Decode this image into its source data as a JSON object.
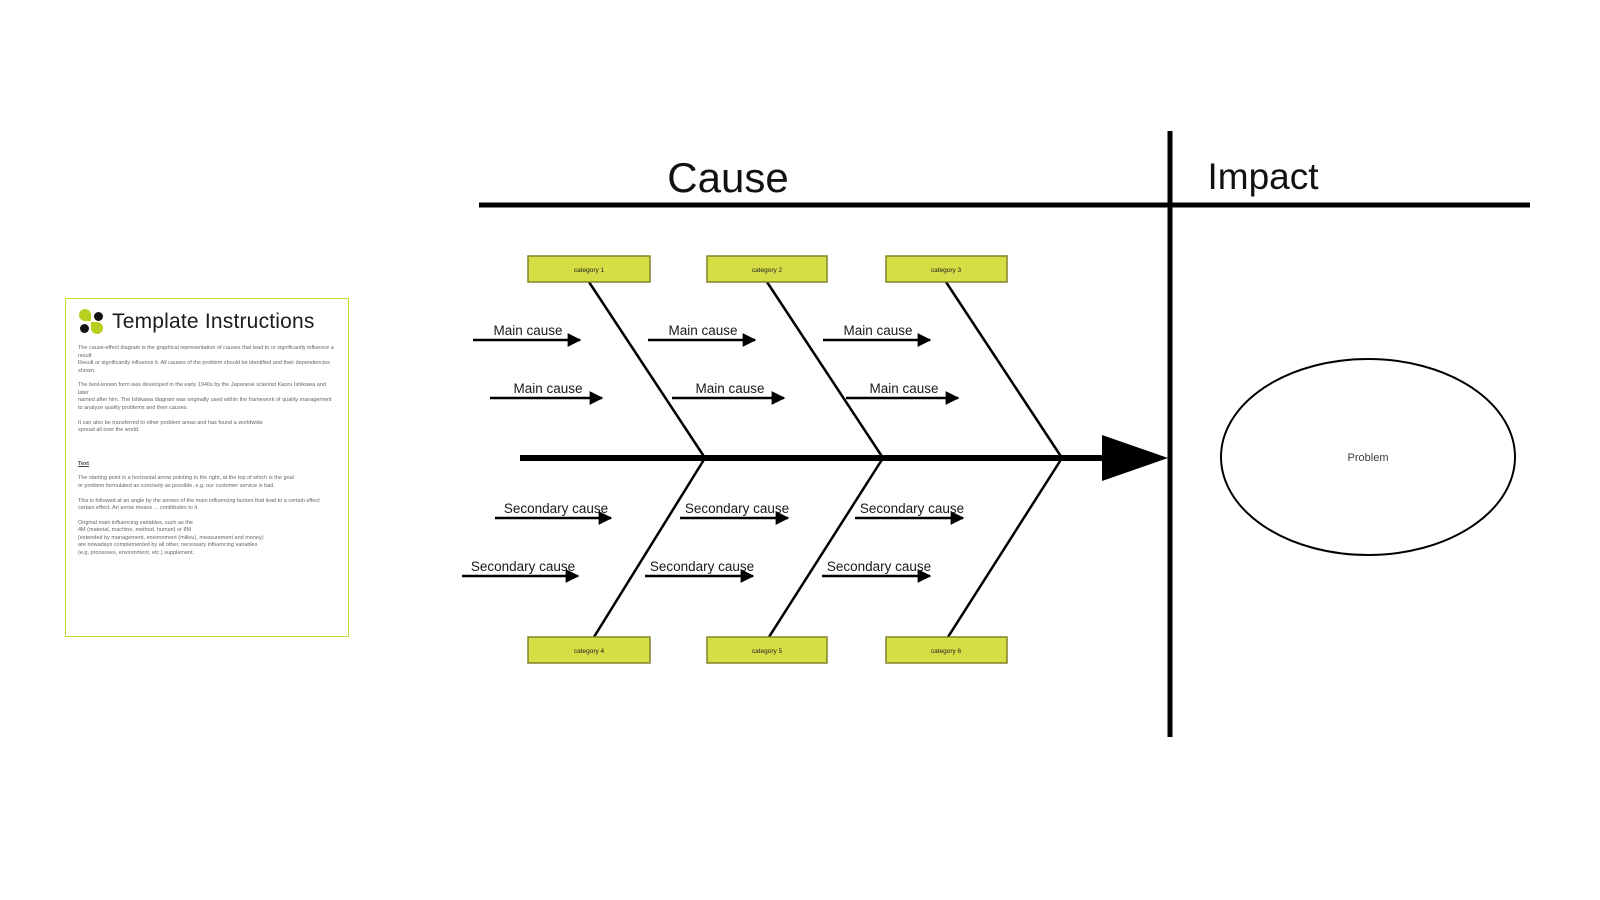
{
  "diagram": {
    "headers": {
      "cause": "Cause",
      "impact": "Impact"
    },
    "problem": "Problem",
    "labels": {
      "main": "Main cause",
      "secondary": "Secondary cause"
    },
    "categories": {
      "top": [
        "category 1",
        "category 2",
        "category 3"
      ],
      "bottom": [
        "category 4",
        "category 5",
        "category 6"
      ]
    },
    "colors": {
      "category_fill": "#d5de45",
      "category_border": "#84842c",
      "line": "#000000",
      "card_border": "#c9d837",
      "logo_green": "#b8cf1e",
      "logo_black": "#111111"
    }
  },
  "card": {
    "title": "Template Instructions",
    "body": {
      "p1": "The cause-effect diagram is the graphical representation of causes that lead to or significantly influence a result\nResult or significantly influence it. All causes of the problem should be identified and their dependencies shown.",
      "p2": "The best-known form was developed in the early 1940s by the Japanese scientist Kaoru Ishikawa and later\nnamed after him. The Ishikawa diagram was originally used within the framework of quality management\nto analyze quality problems and their causes.",
      "p3": "It can also be transferred to other problem areas and has found a worldwide\nspread all over the world.",
      "heading": "Text",
      "p4": "The starting point is a horizontal arrow pointing to the right, at the top of which is the goal\nor problem formulated as concisely as possible, e.g. our customer service is bad.",
      "p5": "This is followed at an angle by the arrows of the main influencing factors that lead to a certain effect\ncertain effect. An arrow means ... contributes to it.",
      "p6": "Original main influencing variables, such as the\n4M (material, machine, method, human) or 8M\n(extended by management, environment (milieu), measurement and money)\nare nowadays complemented by all other, necessary influencing variables\n(e.g. processes, environment, etc.) supplement."
    }
  }
}
